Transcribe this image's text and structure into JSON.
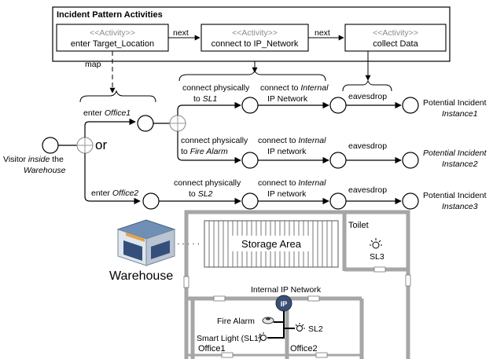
{
  "pattern": {
    "title": "Incident Pattern Activities",
    "activities": [
      {
        "kind": "<<Activity>>",
        "name": "enter Target_Location"
      },
      {
        "kind": "<<Activity>>",
        "name": "connect to IP_Network"
      },
      {
        "kind": "<<Activity>>",
        "name": "collect Data"
      }
    ],
    "next_label": "next",
    "map_label": "map"
  },
  "graph": {
    "visitor": [
      "Visitor ",
      "inside",
      " the",
      "Warehouse"
    ],
    "or_label": "or",
    "enter_office1": [
      "enter ",
      "Office1"
    ],
    "enter_office2": [
      "enter ",
      "Office2"
    ],
    "row1": {
      "connect_phys": [
        "connect physically",
        "to ",
        "SL1"
      ],
      "connect_net": [
        "connect to ",
        "Internal",
        "IP Network"
      ],
      "eavesdrop": "eavesdrop",
      "outcome": [
        "Potential Incident",
        "Instance1"
      ]
    },
    "row2": {
      "connect_phys": [
        "connect physically",
        "to ",
        "Fire Alarm"
      ],
      "connect_net": [
        "connect to ",
        "Internal",
        "IP network"
      ],
      "eavesdrop": "eavesdrop",
      "outcome": [
        "Potential Incident",
        "Instance2"
      ]
    },
    "row3": {
      "connect_phys": [
        "connect physically",
        "to ",
        "SL2"
      ],
      "connect_net": [
        "connect to ",
        "Internal",
        "IP network"
      ],
      "eavesdrop": "eavesdrop",
      "outcome": [
        "Potential Incident",
        "Instance3"
      ]
    }
  },
  "floorplan": {
    "building_label": "Warehouse",
    "storage": "Storage Area",
    "toilet": "Toilet",
    "sl3": "SL3",
    "network": "Internal IP Network",
    "ip_badge": "IP",
    "fire_alarm": "Fire Alarm",
    "sl2": "SL2",
    "smart_light": "Smart Light (SL1)",
    "office1": "Office1",
    "office2": "Office2"
  },
  "colors": {
    "wall": "#a6a6a6",
    "line": "#000000",
    "muted": "#8a8a8a"
  }
}
